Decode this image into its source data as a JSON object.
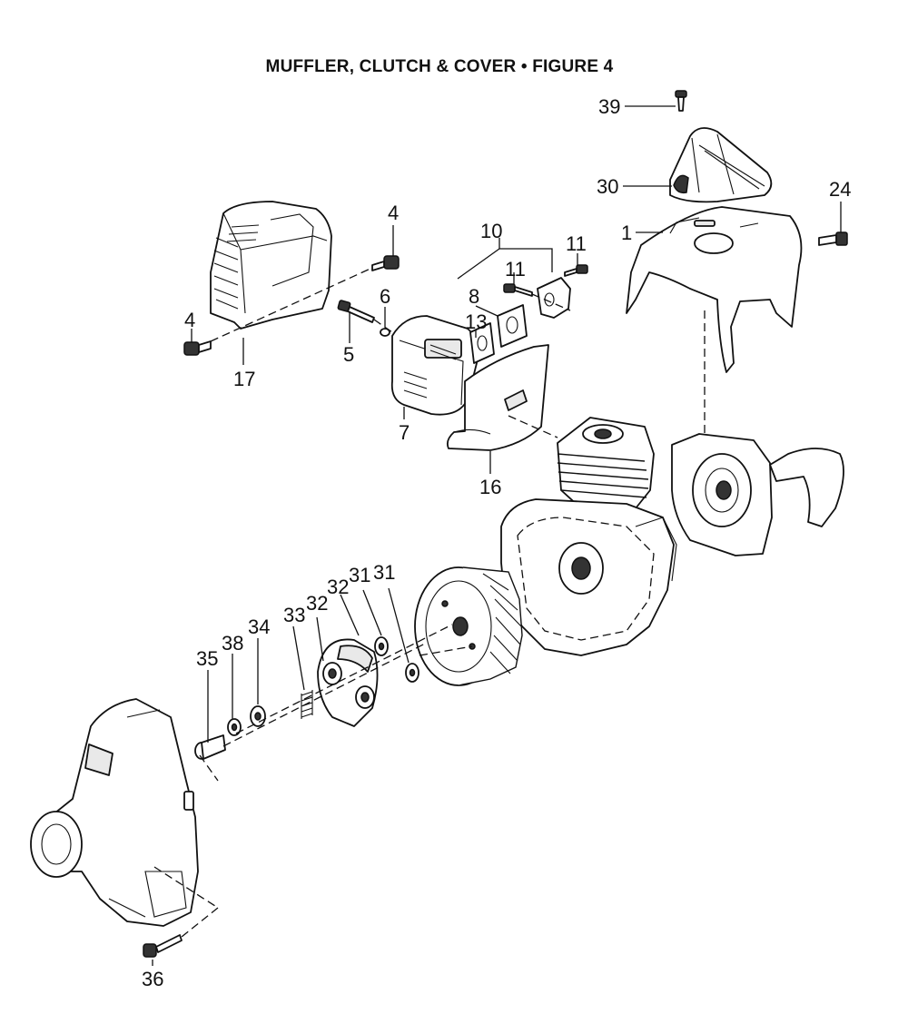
{
  "figure": {
    "title": "MUFFLER, CLUTCH & COVER • FIGURE 4"
  },
  "callouts": {
    "c39": "39",
    "c30": "30",
    "c24": "24",
    "c1": "1",
    "c4a": "4",
    "c10": "10",
    "c11a": "11",
    "c11b": "11",
    "c8": "8",
    "c6": "6",
    "c13": "13",
    "c4b": "4",
    "c5": "5",
    "c17": "17",
    "c7": "7",
    "c16": "16",
    "c31a": "31",
    "c31b": "31",
    "c32a": "32",
    "c32b": "32",
    "c33": "33",
    "c34": "34",
    "c38": "38",
    "c35": "35",
    "c36": "36"
  }
}
